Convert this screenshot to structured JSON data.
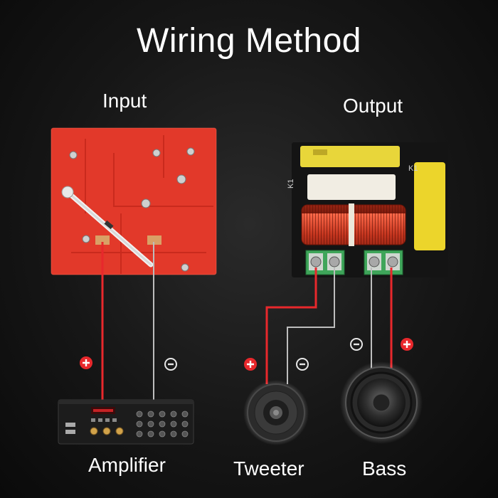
{
  "diagram": {
    "title": "Wiring Method",
    "input_label": "Input",
    "output_label": "Output",
    "amplifier_label": "Amplifier",
    "tweeter_label": "Tweeter",
    "bass_label": "Bass",
    "board_mark_k1": "K1"
  },
  "colors": {
    "positive_wire": "#e8282c",
    "negative_wire": "#bdbdbd",
    "input_board": "#e2392a",
    "coil": "#c4351f",
    "capacitor": "#ecd52b",
    "terminal_block": "#3fa55a"
  },
  "icons": {
    "positive": "plus-circle-icon",
    "negative": "minus-circle-icon"
  }
}
